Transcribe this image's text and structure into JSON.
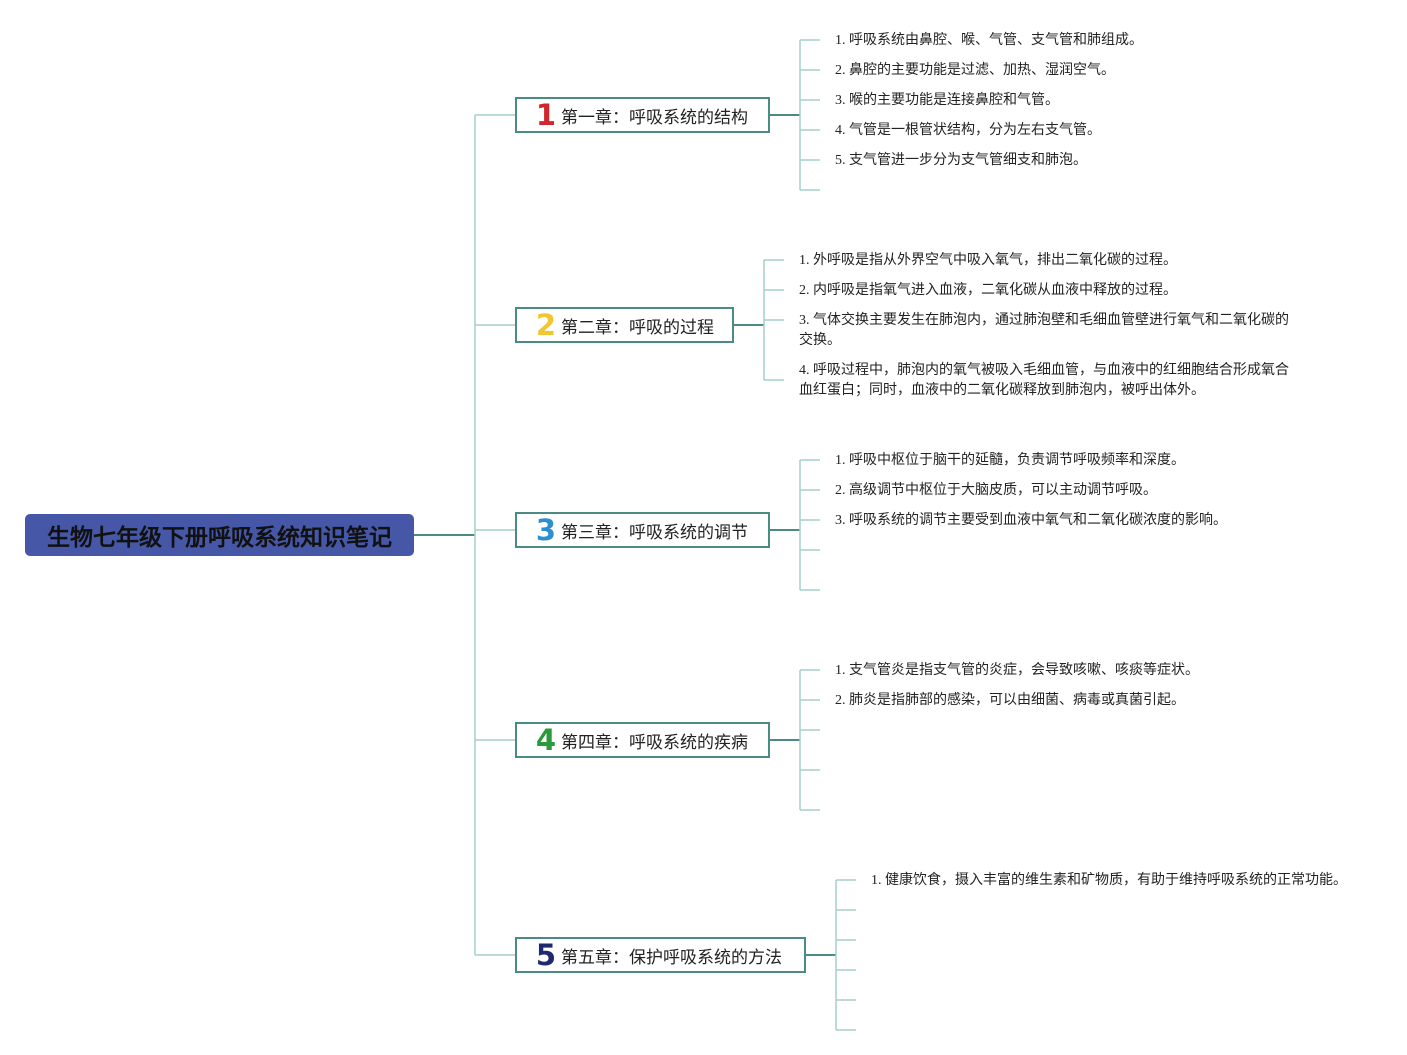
{
  "root": {
    "title": "生物七年级下册呼吸系统知识笔记"
  },
  "colors": {
    "root_bg": "#4557a6",
    "line": "#4a8c84",
    "line_light": "#a6cfc8"
  },
  "chapters": [
    {
      "number": "1",
      "number_color": "#d0262e",
      "title": "第一章：呼吸系统的结构",
      "items": [
        "1. 呼吸系统由鼻腔、喉、气管、支气管和肺组成。",
        "2. 鼻腔的主要功能是过滤、加热、湿润空气。",
        "3. 喉的主要功能是连接鼻腔和气管。",
        "4. 气管是一根管状结构，分为左右支气管。",
        "5. 支气管进一步分为支气管细支和肺泡。"
      ]
    },
    {
      "number": "2",
      "number_color": "#f2c531",
      "title": "第二章：呼吸的过程",
      "items": [
        "1. 外呼吸是指从外界空气中吸入氧气，排出二氧化碳的过程。",
        "2. 内呼吸是指氧气进入血液，二氧化碳从血液中释放的过程。",
        "3. 气体交换主要发生在肺泡内，通过肺泡壁和毛细血管壁进行氧气和二氧化碳的交换。",
        "4. 呼吸过程中，肺泡内的氧气被吸入毛细血管，与血液中的红细胞结合形成氧合血红蛋白；同时，血液中的二氧化碳释放到肺泡内，被呼出体外。"
      ]
    },
    {
      "number": "3",
      "number_color": "#2e8fd0",
      "title": "第三章：呼吸系统的调节",
      "items": [
        "1. 呼吸中枢位于脑干的延髓，负责调节呼吸频率和深度。",
        "2. 高级调节中枢位于大脑皮质，可以主动调节呼吸。",
        "3. 呼吸系统的调节主要受到血液中氧气和二氧化碳浓度的影响。"
      ]
    },
    {
      "number": "4",
      "number_color": "#2a9a3a",
      "title": "第四章：呼吸系统的疾病",
      "items": [
        "1. 支气管炎是指支气管的炎症，会导致咳嗽、咳痰等症状。",
        "2. 肺炎是指肺部的感染，可以由细菌、病毒或真菌引起。"
      ]
    },
    {
      "number": "5",
      "number_color": "#1f2a6e",
      "title": "第五章：保护呼吸系统的方法",
      "items": [
        "1. 健康饮食，摄入丰富的维生素和矿物质，有助于维持呼吸系统的正常功能。"
      ]
    }
  ]
}
